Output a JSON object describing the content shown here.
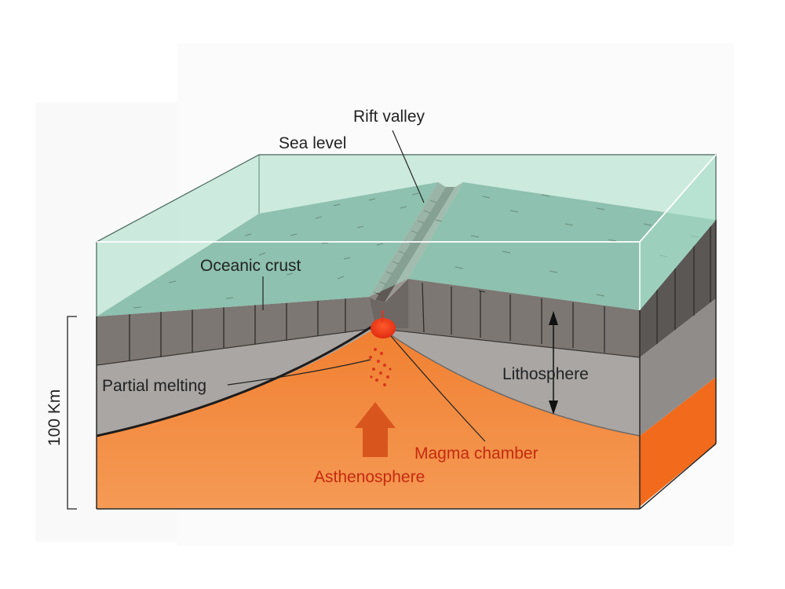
{
  "labels": {
    "rift_valley": "Rift valley",
    "sea_level": "Sea level",
    "oceanic_crust": "Oceanic crust",
    "partial_melting": "Partial melting",
    "lithosphere": "Lithosphere",
    "magma_chamber": "Magma chamber",
    "asthenosphere": "Asthenosphere",
    "depth_scale": "100 Km"
  },
  "colors": {
    "water": "#a7dcc8",
    "seafloor": "#6fa191",
    "crust": "#7c7773",
    "lithosphere": "#a9a6a3",
    "asthenosphere": "#f2893e",
    "magma": "#e8321a",
    "label_red": "#c42a0f"
  }
}
